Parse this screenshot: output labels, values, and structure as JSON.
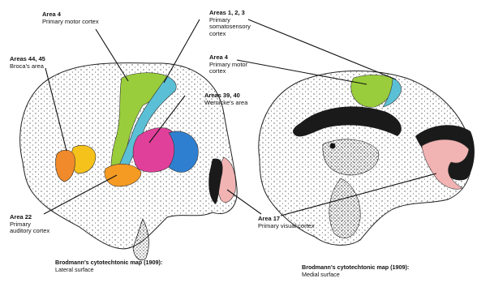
{
  "figure": {
    "labels": {
      "area4_lateral": {
        "area": "Area 4",
        "desc": "Primary motor cortex"
      },
      "areas123": {
        "area": "Areas 1, 2, 3",
        "desc": "Primary somatosensory cortex"
      },
      "area4_medial": {
        "area": "Area 4",
        "desc": "Primary motor cortex"
      },
      "areas4445": {
        "area": "Areas 44, 45",
        "desc": "Broca's area"
      },
      "areas3940": {
        "area": "Areas 39, 40",
        "desc": "Wernicke's area"
      },
      "area22": {
        "area": "Area 22",
        "desc": "Primary auditory cortex"
      },
      "area17": {
        "area": "Area 17",
        "desc": "Primary visual cortex"
      }
    },
    "captions": {
      "lateral": {
        "title": "Brodmann's cytotechtonic map (1909):",
        "sub": "Lateral surface"
      },
      "medial": {
        "title": "Brodmann's cytotechtonic map (1909):",
        "sub": "Medial surface"
      }
    },
    "colors": {
      "motor": "#9acd3c",
      "somatosensory": "#5bc0d6",
      "broca_orange": "#f08a2a",
      "broca_yellow": "#f5c21b",
      "auditory": "#f59a22",
      "wernicke_pink": "#e0409a",
      "wernicke_blue": "#2f7fd0",
      "visual": "#f2b3b3",
      "dark": "#1a1a1a"
    }
  }
}
